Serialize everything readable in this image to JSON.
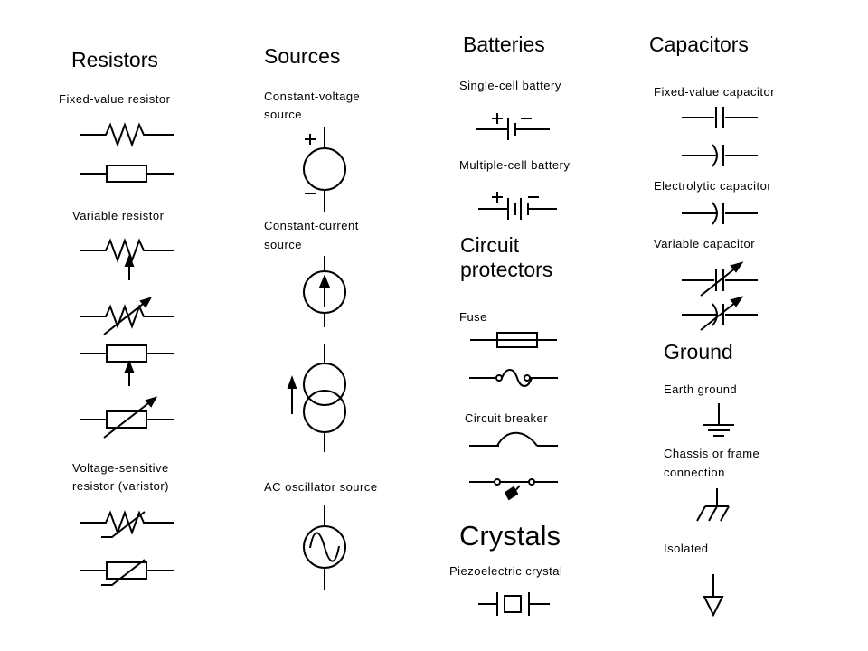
{
  "resistors": {
    "heading": "Resistors",
    "fixed_label": "Fixed-value resistor",
    "variable_label": "Variable resistor",
    "varistor_label_line1": "Voltage-sensitive",
    "varistor_label_line2": "resistor (varistor)"
  },
  "sources": {
    "heading": "Sources",
    "voltage_label_line1": "Constant-voltage",
    "voltage_label_line2": "source",
    "current_label_line1": "Constant-current",
    "current_label_line2": "source",
    "ac_label": "AC oscillator source"
  },
  "batteries": {
    "heading": "Batteries",
    "single_label": "Single-cell battery",
    "multi_label": "Multiple-cell battery"
  },
  "protectors": {
    "heading_line1": "Circuit",
    "heading_line2": "protectors",
    "fuse_label": "Fuse",
    "breaker_label": "Circuit breaker"
  },
  "crystals": {
    "heading": "Crystals",
    "piezo_label": "Piezoelectric crystal"
  },
  "capacitors": {
    "heading": "Capacitors",
    "fixed_label": "Fixed-value capacitor",
    "electrolytic_label": "Electrolytic capacitor",
    "variable_label": "Variable capacitor"
  },
  "ground": {
    "heading": "Ground",
    "earth_label": "Earth ground",
    "chassis_label_line1": "Chassis or frame",
    "chassis_label_line2": "connection",
    "isolated_label": "Isolated"
  }
}
